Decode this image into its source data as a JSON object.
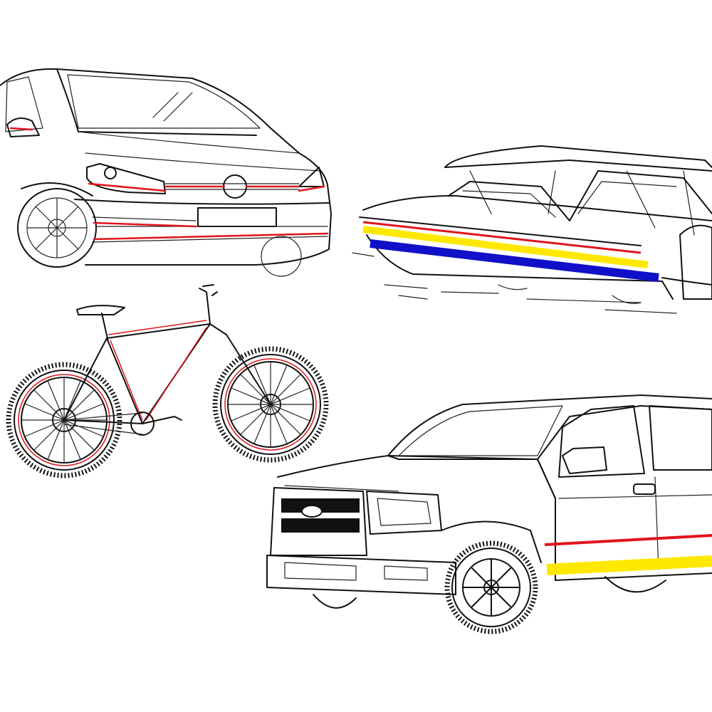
{
  "colors": {
    "background": "#ffffff",
    "outline": "#111111",
    "stripe_red": "#e0141c",
    "stripe_yellow": "#ffe800",
    "stripe_blue": "#1010c8"
  },
  "illustrations": [
    {
      "subject": "hatchback-car",
      "stripes": [
        "red"
      ]
    },
    {
      "subject": "speedboat",
      "stripes": [
        "red",
        "yellow",
        "blue"
      ]
    },
    {
      "subject": "mountain-bike",
      "stripes": [
        "red"
      ]
    },
    {
      "subject": "pickup-truck",
      "stripes": [
        "red",
        "yellow"
      ]
    }
  ]
}
